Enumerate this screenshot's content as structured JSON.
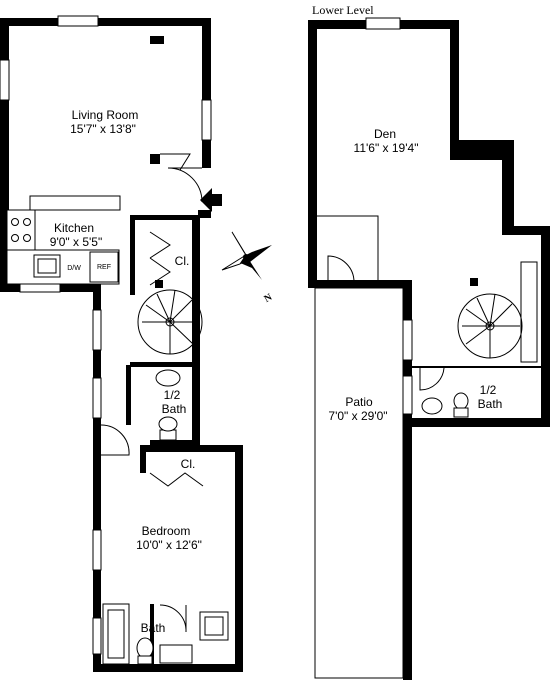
{
  "upper": {
    "living_room": {
      "name": "Living Room",
      "dims": "15'7\" x 13'8\""
    },
    "kitchen": {
      "name": "Kitchen",
      "dims": "9'0\" x 5'5\"",
      "dishwasher": "D/W",
      "refrigerator": "REF"
    },
    "closet_hall": "Cl.",
    "half_bath": {
      "line1": "1/2",
      "line2": "Bath"
    },
    "closet_bedroom": "Cl.",
    "bedroom": {
      "name": "Bedroom",
      "dims": "10'0\" x 12'6\""
    },
    "bath": "Bath"
  },
  "lower": {
    "level_label": "Lower Level",
    "den": {
      "name": "Den",
      "dims": "11'6\" x 19'4\""
    },
    "patio": {
      "name": "Patio",
      "dims": "7'0\" x 29'0\""
    },
    "half_bath": {
      "line1": "1/2",
      "line2": "Bath"
    }
  },
  "compass": {
    "north": "N"
  }
}
